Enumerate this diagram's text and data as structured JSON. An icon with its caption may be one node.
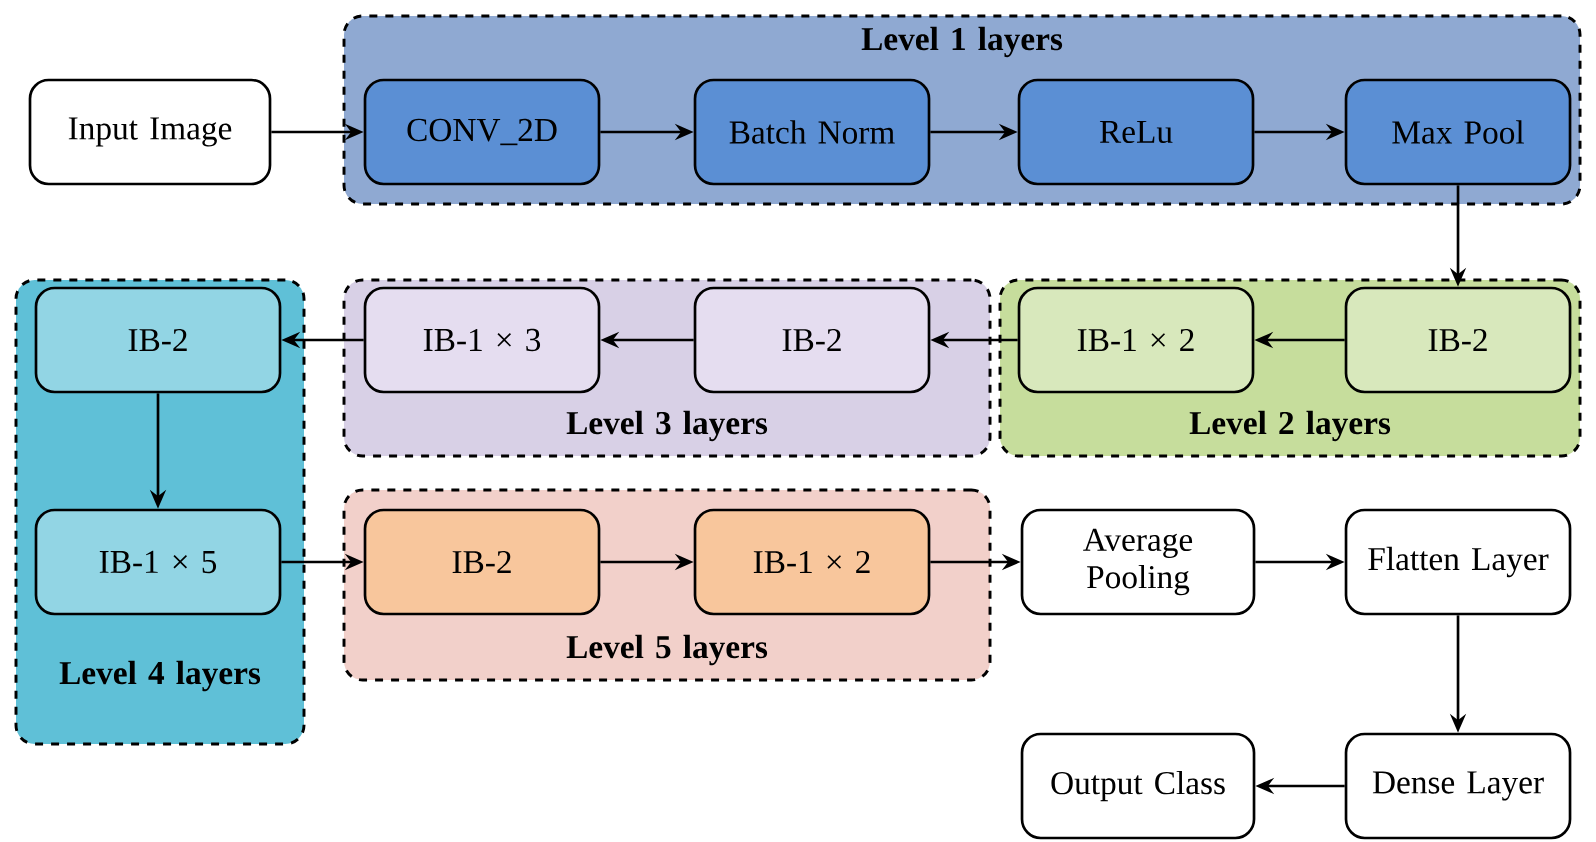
{
  "diagram": {
    "nodes": [
      {
        "text": [
          "Level 1 layers"
        ]
      },
      {
        "text": [
          "Input Image"
        ]
      },
      {
        "text": [
          "CONV_2D"
        ],
        "in": 0
      },
      {
        "text": [
          "Batch Norm"
        ],
        "in": 0
      },
      {
        "text": [
          "ReLu"
        ],
        "in": 0
      },
      {
        "text": [
          "Max Pool"
        ],
        "in": 0
      },
      {
        "text": [
          "Level 2 layers"
        ]
      },
      {
        "text": [
          "IB-2"
        ],
        "in": 6
      },
      {
        "text": [
          "IB-1 × 2"
        ],
        "in": 6
      },
      {
        "text": [
          "Level 3 layers"
        ]
      },
      {
        "text": [
          "IB-2"
        ],
        "in": 9
      },
      {
        "text": [
          "IB-1 × 3"
        ],
        "in": 9
      },
      {
        "text": [
          "Level 4 layers"
        ]
      },
      {
        "text": [
          "IB-2"
        ],
        "in": 12
      },
      {
        "text": [
          "IB-1 × 5"
        ],
        "in": 12
      },
      {
        "text": [
          "Level 5 layers"
        ]
      },
      {
        "text": [
          "IB-2"
        ],
        "in": 15
      },
      {
        "text": [
          "IB-1 × 2"
        ],
        "in": 15
      },
      {
        "text": [
          "Average Pooling"
        ]
      },
      {
        "text": [
          "Flatten Layer"
        ]
      },
      {
        "text": [
          "Dense Layer"
        ]
      },
      {
        "text": [
          "Output Class"
        ]
      }
    ],
    "edges": [
      {
        "from": 1,
        "to": 2,
        "arrow": "to"
      },
      {
        "from": 2,
        "to": 3,
        "arrow": "to"
      },
      {
        "from": 3,
        "to": 4,
        "arrow": "to"
      },
      {
        "from": 4,
        "to": 5,
        "arrow": "to"
      },
      {
        "from": 5,
        "to": 7,
        "arrow": "to"
      },
      {
        "from": 7,
        "to": 8,
        "arrow": "to"
      },
      {
        "from": 8,
        "to": 10,
        "arrow": "to"
      },
      {
        "from": 10,
        "to": 11,
        "arrow": "to"
      },
      {
        "from": 11,
        "to": 13,
        "arrow": "to"
      },
      {
        "from": 13,
        "to": 14,
        "arrow": "to"
      },
      {
        "from": 14,
        "to": 16,
        "arrow": "to"
      },
      {
        "from": 16,
        "to": 17,
        "arrow": "to"
      },
      {
        "from": 17,
        "to": 18,
        "arrow": "to"
      },
      {
        "from": 18,
        "to": 19,
        "arrow": "to"
      },
      {
        "from": 19,
        "to": 20,
        "arrow": "to"
      },
      {
        "from": 20,
        "to": 21,
        "arrow": "to"
      }
    ]
  }
}
